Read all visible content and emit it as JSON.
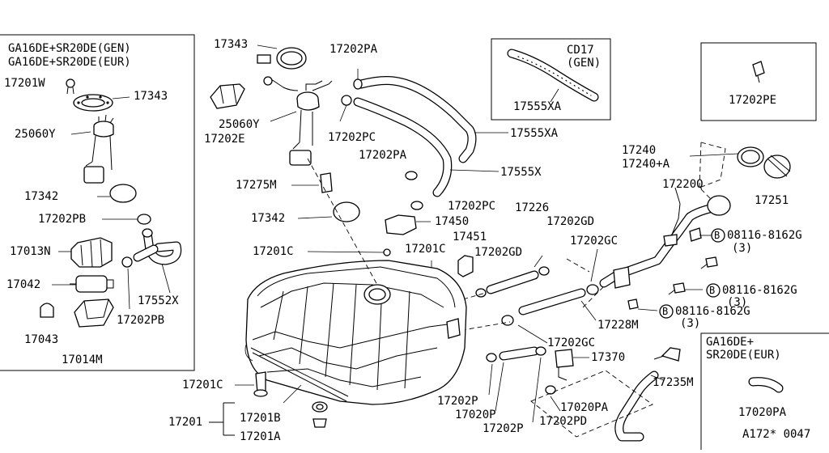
{
  "inset_main": {
    "title_line1": "GA16DE+SR20DE(GEN)",
    "title_line2": "GA16DE+SR20DE(EUR)"
  },
  "inset_cd17": {
    "line1": "CD17",
    "line2": "(GEN)"
  },
  "inset_eur": {
    "line1": "GA16DE+",
    "line2": "SR20DE(EUR)"
  },
  "labels": {
    "l_17201w": "17201W",
    "l_17343_in": "17343",
    "l_25060y_in": "25060Y",
    "l_17342_in": "17342",
    "l_17202pb_a": "17202PB",
    "l_17013n": "17013N",
    "l_17042": "17042",
    "l_17552x": "17552X",
    "l_17043": "17043",
    "l_17202pb_b": "17202PB",
    "l_17014m": "17014M",
    "l_17343": "17343",
    "l_17202pa_top": "17202PA",
    "l_25060y": "25060Y",
    "l_17202e": "17202E",
    "l_17202pc_a": "17202PC",
    "l_17555xa_in": "17555XA",
    "l_17555xa": "17555XA",
    "l_17202pe": "17202PE",
    "l_17202pa_mid": "17202PA",
    "l_17555x": "17555X",
    "l_17275m": "17275M",
    "l_17202pc_b": "17202PC",
    "l_17226": "17226",
    "l_17240": "17240",
    "l_17240a": "17240+A",
    "l_17220q": "17220Q",
    "l_17251": "17251",
    "l_17342": "17342",
    "l_17450": "17450",
    "l_17202gd_a": "17202GD",
    "l_17451": "17451",
    "l_17201c_a": "17201C",
    "l_17201c_b": "17201C",
    "l_17202gd_b": "17202GD",
    "l_17202gc_a": "17202GC",
    "l_bolt_a": "08116-8162G",
    "l_bolt_a_qty": "(3)",
    "l_bolt_b": "08116-8162G",
    "l_bolt_b_qty": "(3)",
    "l_bolt_c": "08116-8162G",
    "l_bolt_c_qty": "(3)",
    "l_b_sym": "B",
    "l_17228m": "17228M",
    "l_17202gc_b": "17202GC",
    "l_17370": "17370",
    "l_17235m": "17235M",
    "l_17201c_c": "17201C",
    "l_17202p_a": "17202P",
    "l_17020p": "17020P",
    "l_17020pa": "17020PA",
    "l_17202p_b": "17202P",
    "l_17202pd": "17202PD",
    "l_17201": "17201",
    "l_17201b": "17201B",
    "l_17201a": "17201A",
    "l_17020pa_in": "17020PA",
    "l_code": "A172* 0047"
  }
}
